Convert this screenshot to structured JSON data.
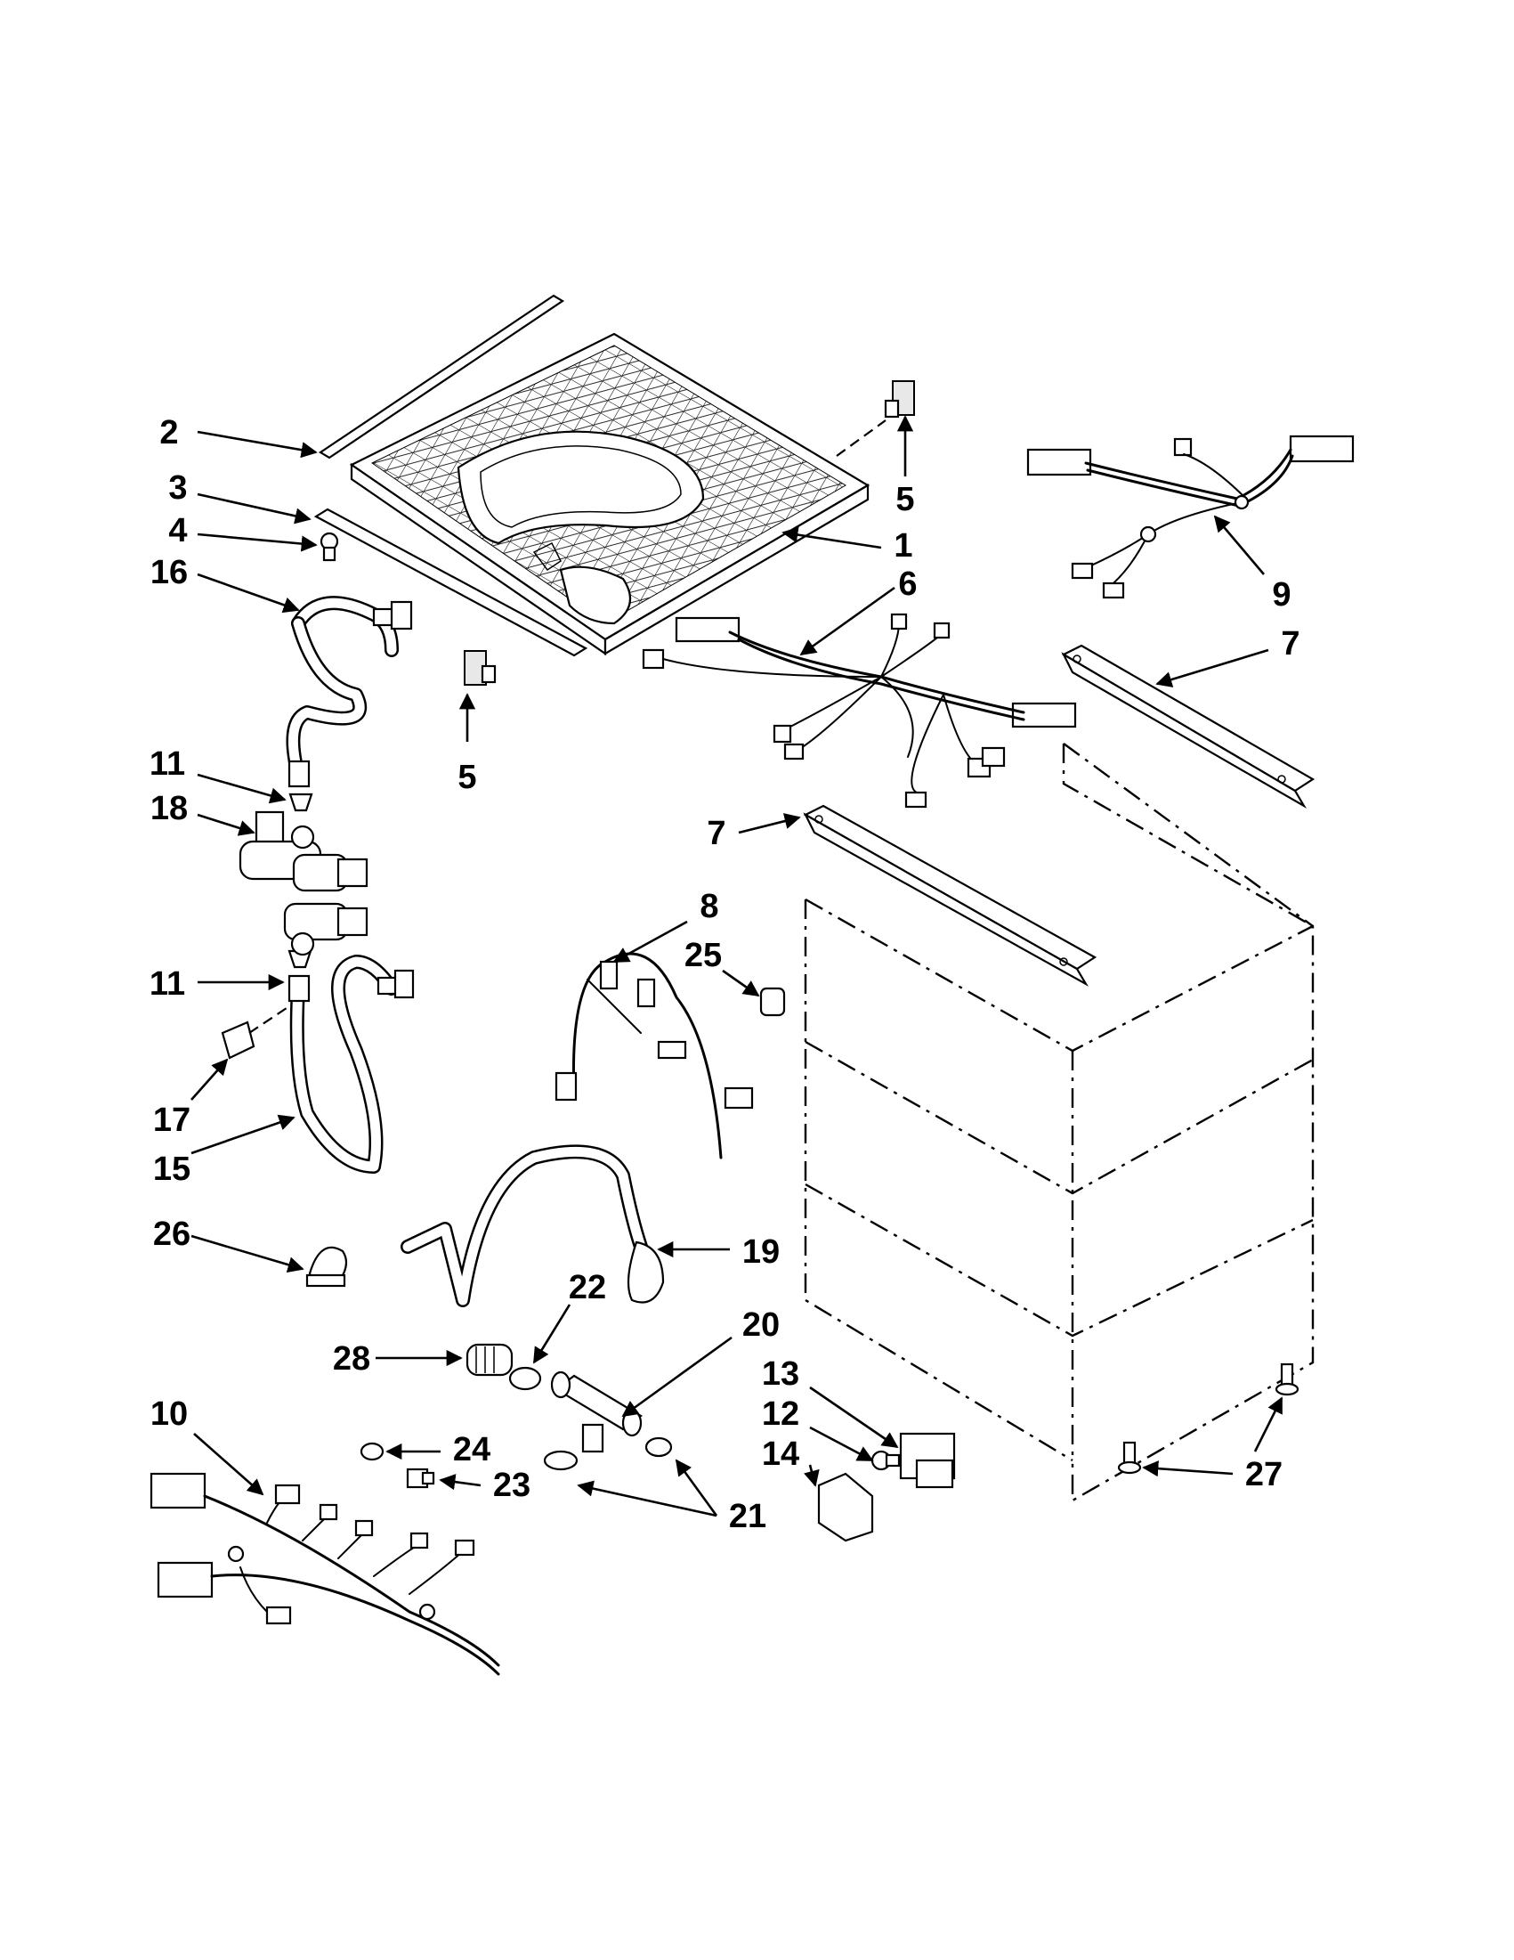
{
  "diagram": {
    "callouts": [
      {
        "id": "c2",
        "label": "2"
      },
      {
        "id": "c3",
        "label": "3"
      },
      {
        "id": "c4",
        "label": "4"
      },
      {
        "id": "c16",
        "label": "16"
      },
      {
        "id": "c5a",
        "label": "5"
      },
      {
        "id": "c1",
        "label": "1"
      },
      {
        "id": "c6",
        "label": "6"
      },
      {
        "id": "c9",
        "label": "9"
      },
      {
        "id": "c7a",
        "label": "7"
      },
      {
        "id": "c5b",
        "label": "5"
      },
      {
        "id": "c11a",
        "label": "11"
      },
      {
        "id": "c18",
        "label": "18"
      },
      {
        "id": "c7b",
        "label": "7"
      },
      {
        "id": "c8",
        "label": "8"
      },
      {
        "id": "c25",
        "label": "25"
      },
      {
        "id": "c11b",
        "label": "11"
      },
      {
        "id": "c17",
        "label": "17"
      },
      {
        "id": "c15",
        "label": "15"
      },
      {
        "id": "c26",
        "label": "26"
      },
      {
        "id": "c19",
        "label": "19"
      },
      {
        "id": "c22",
        "label": "22"
      },
      {
        "id": "c20",
        "label": "20"
      },
      {
        "id": "c28",
        "label": "28"
      },
      {
        "id": "c13",
        "label": "13"
      },
      {
        "id": "c12",
        "label": "12"
      },
      {
        "id": "c10",
        "label": "10"
      },
      {
        "id": "c24",
        "label": "24"
      },
      {
        "id": "c23",
        "label": "23"
      },
      {
        "id": "c14",
        "label": "14"
      },
      {
        "id": "c21",
        "label": "21"
      },
      {
        "id": "c27",
        "label": "27"
      }
    ]
  }
}
